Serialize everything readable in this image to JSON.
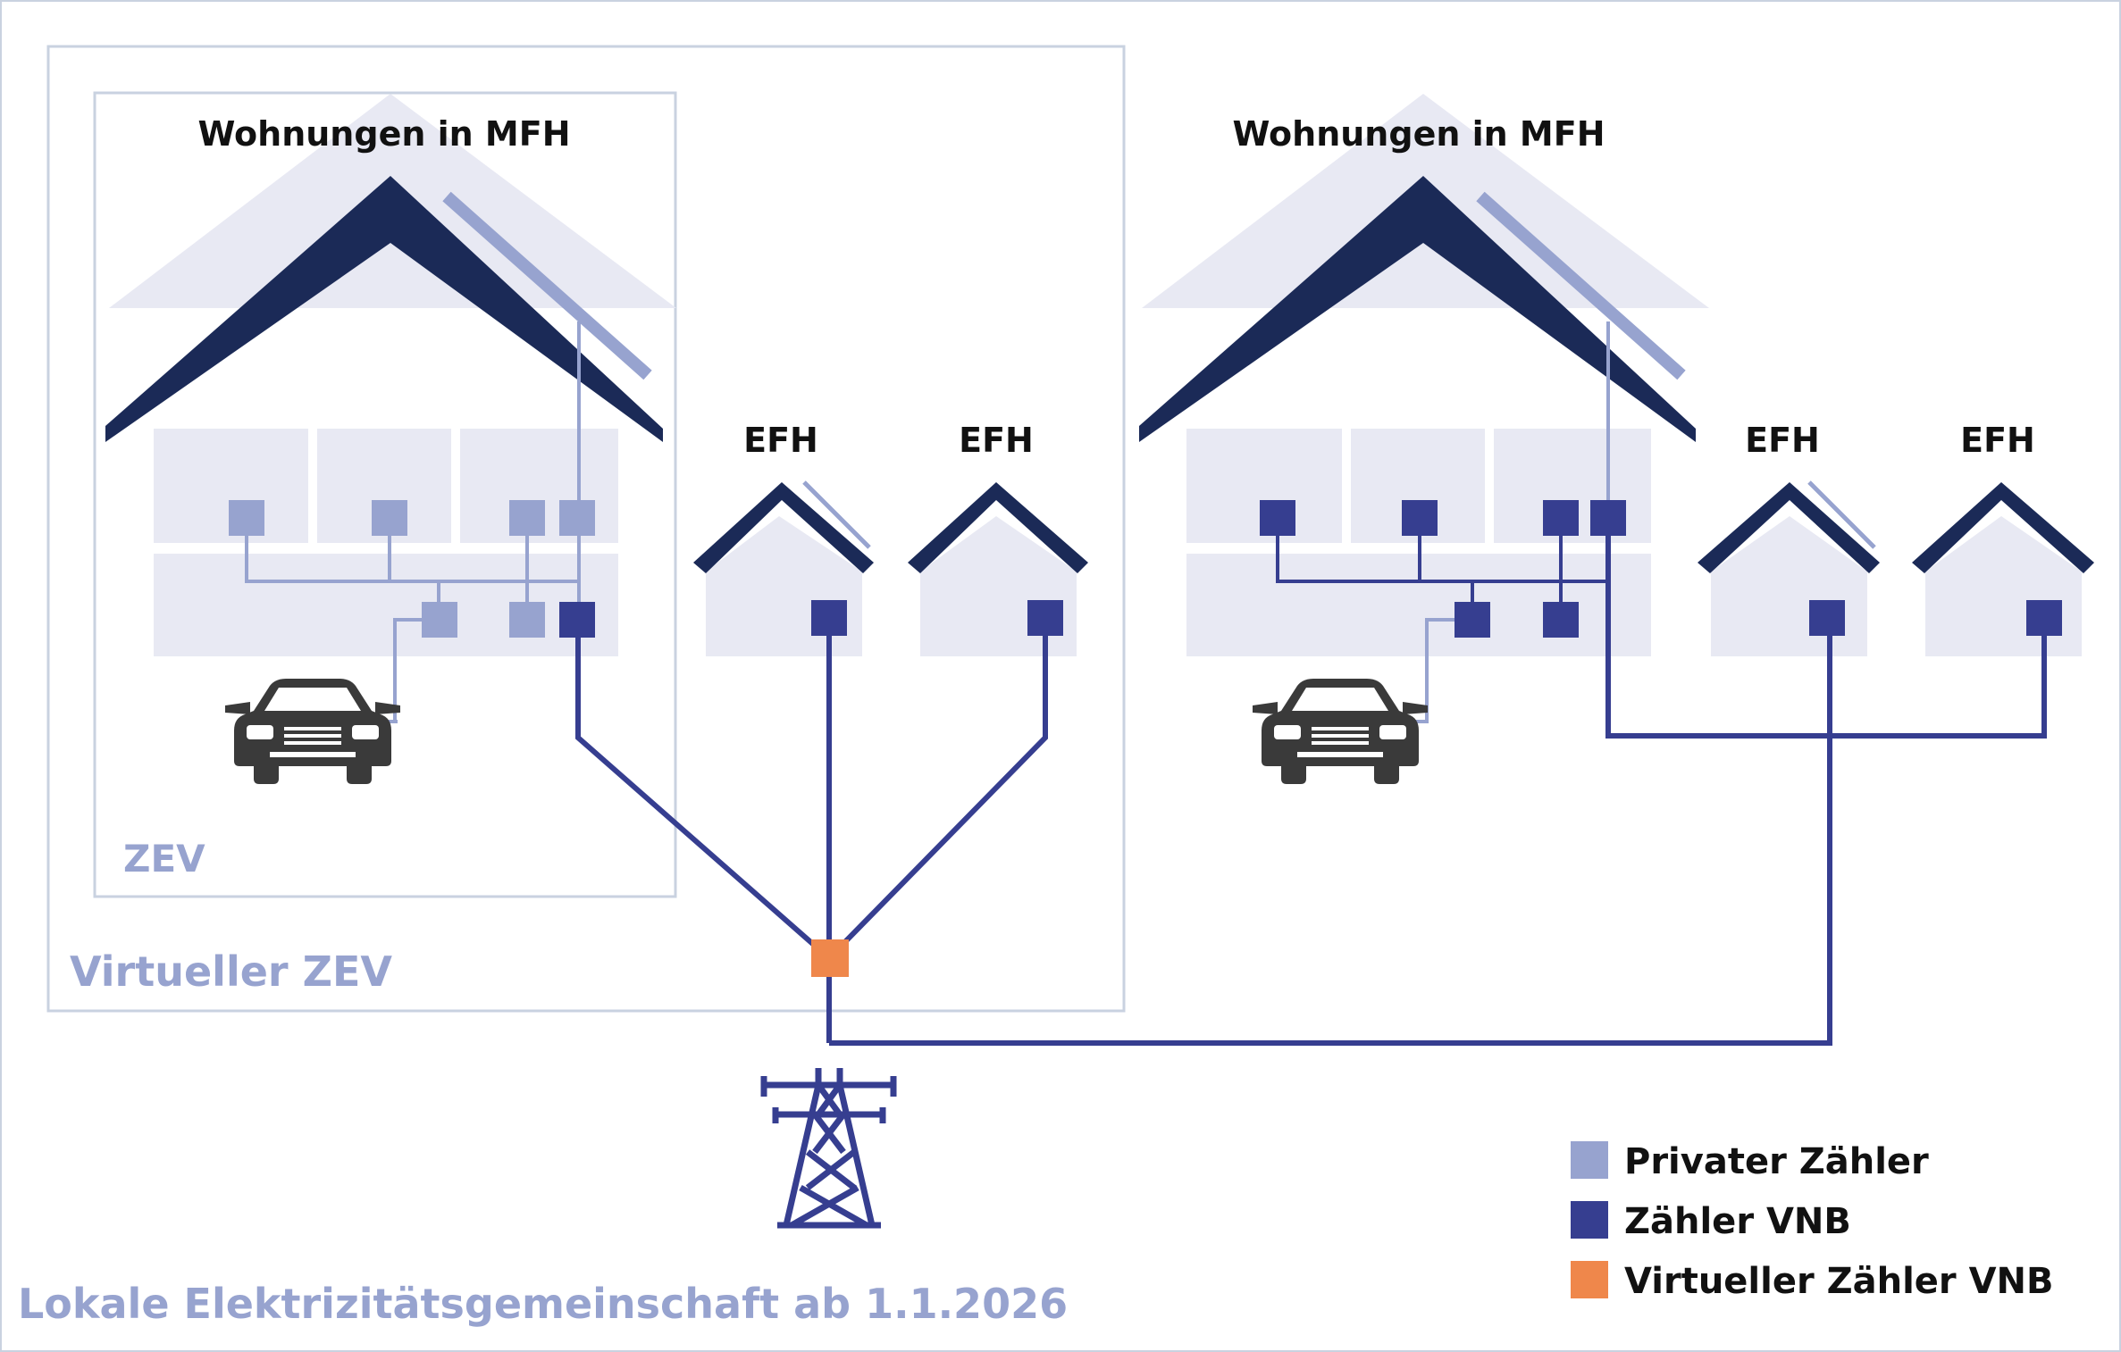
{
  "zev_group": {
    "zev_label": "ZEV",
    "virtual_zev_label": "Virtueller ZEV",
    "mfh_title": "Wohnungen in MFH",
    "efh1_title": "EFH",
    "efh2_title": "EFH"
  },
  "other_group": {
    "mfh_title": "Wohnungen in MFH",
    "efh1_title": "EFH",
    "efh2_title": "EFH"
  },
  "footer_title": "Lokale Elektrizitätsgemeinschaft ab 1.1.2026",
  "legend": [
    {
      "label": "Privater Zähler",
      "color": "#97a3cf"
    },
    {
      "label": "Zähler VNB",
      "color": "#363e90"
    },
    {
      "label": "Virtueller Zähler VNB",
      "color": "#ef874b"
    }
  ],
  "colors": {
    "roof": "#1b2a57",
    "house_fill": "#e8e9f3",
    "private_meter": "#97a3cf",
    "vnb_meter": "#363e90",
    "virtual_meter": "#ef874b",
    "car": "#3a3a3a",
    "frame": "#c9d2e0"
  },
  "icons": [
    "car-icon",
    "power-pylon-icon",
    "solar-panel-icon"
  ]
}
